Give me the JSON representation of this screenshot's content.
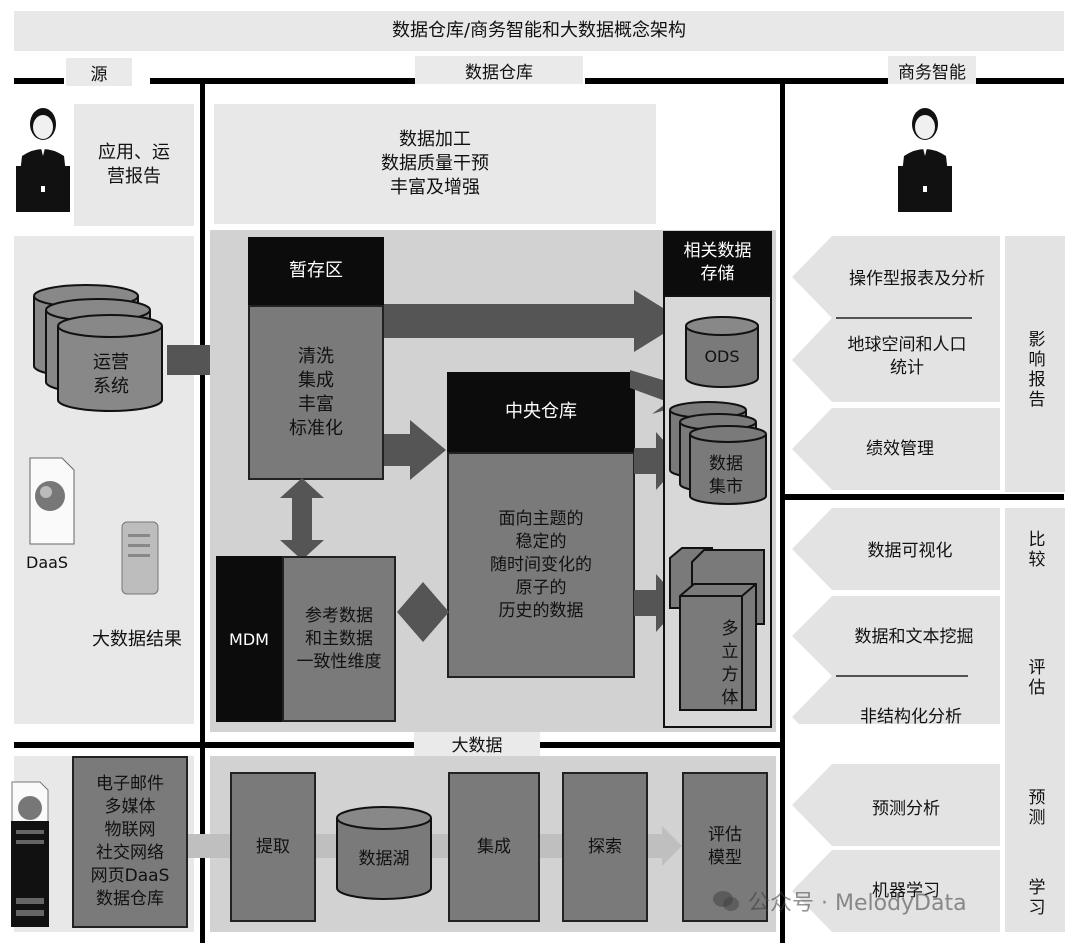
{
  "title": "数据仓库/商务智能和大数据概念架构",
  "sections": {
    "source": "源",
    "data_warehouse": "数据仓库",
    "business_intelligence": "商务智能",
    "big_data": "大数据"
  },
  "source": {
    "apps_reports": "应用、运\n营报告",
    "operational_systems": "运营\n系统",
    "daas": "DaaS",
    "big_data_results": "大数据结果",
    "big_data_sources": "电子邮件\n多媒体\n物联网\n社交网络\n网页DaaS\n数据仓库"
  },
  "warehouse": {
    "processing": "数据加工\n数据质量干预\n丰富及增强",
    "staging_title": "暂存区",
    "staging_body": "清洗\n集成\n丰富\n标准化",
    "central_title": "中央仓库",
    "central_body": "面向主题的\n稳定的\n随时间变化的\n原子的\n历史的数据",
    "mdm_label": "MDM",
    "mdm_body": "参考数据\n和主数据\n一致性维度",
    "related_storage": "相关数据\n存储",
    "ods": "ODS",
    "data_marts": "数据\n集市",
    "cubes": "多\n立\n方\n体"
  },
  "big_data": {
    "extract": "提取",
    "data_lake": "数据湖",
    "integrate": "集成",
    "explore": "探索",
    "eval_model": "评估\n模型"
  },
  "bi": {
    "items": [
      "操作型报表及分析",
      "地球空间和人口\n统计",
      "绩效管理",
      "数据可视化",
      "数据和文本挖掘",
      "非结构化分析",
      "预测分析",
      "机器学习"
    ],
    "side_labels": [
      "影响报告",
      "比较",
      "评估",
      "预测",
      "学习"
    ]
  },
  "watermark": "公众号 · MelodyData",
  "colors": {
    "dark_box": "#7a7a7a",
    "black": "#0c0c0c",
    "light_panel": "#e8e8e8",
    "mid_panel": "#d2d2d2"
  }
}
